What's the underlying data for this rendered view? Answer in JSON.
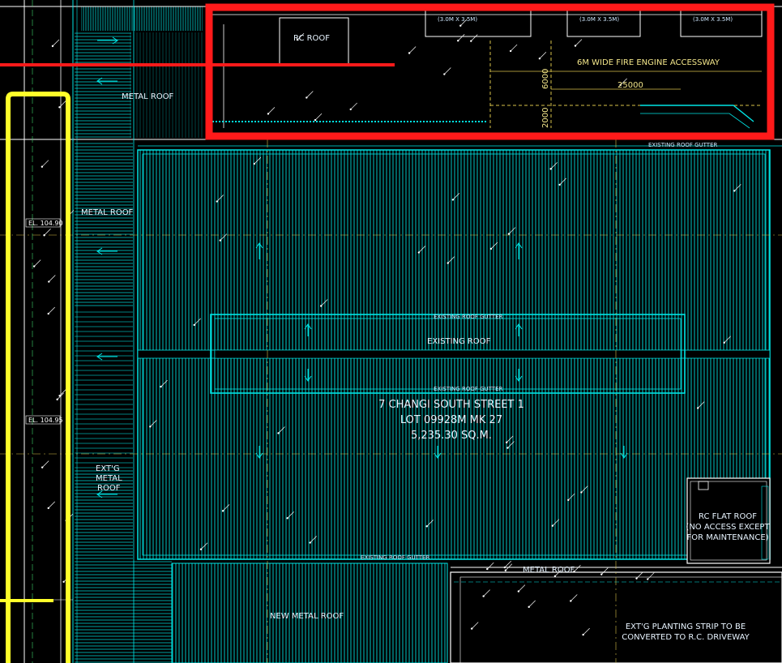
{
  "labels": {
    "rc_roof": "RC ROOF",
    "fire_engine": "6M WIDE FIRE ENGINE ACCESSWAY",
    "dim_6000": "6000",
    "dim_25000": "25000",
    "dim_2000": "2000",
    "metal_roof_1": "METAL ROOF",
    "metal_roof_2": "METAL ROOF",
    "metal_roof_3": "METAL ROOF",
    "el_1": "EL. 104.90",
    "el_2": "EL. 104.95",
    "existing_roof_gutter_top": "EXISTING ROOF GUTTER",
    "existing_roof_gutter_mid1": "EXISTING ROOF GUTTER",
    "existing_roof_gutter_mid2": "EXISTING ROOF GUTTER",
    "existing_roof_gutter_bottom": "EXISTING ROOF GUTTER",
    "existing_roof": "EXISTING ROOF",
    "address": "7 CHANGI SOUTH STREET 1",
    "lot": "LOT 09928M MK 27",
    "area": "5,235.30 SQ.M.",
    "extg_metal_roof_1": "EXT'G",
    "extg_metal_roof_2": "METAL",
    "extg_metal_roof_3": "ROOF",
    "rc_flat_roof_1": "RC FLAT ROOF",
    "rc_flat_roof_2": "(NO ACCESS EXCEPT",
    "rc_flat_roof_3": "FOR MAINTENANCE)",
    "new_metal_roof": "NEW METAL ROOF",
    "planting_1": "EXT'G PLANTING STRIP TO BE",
    "planting_2": "CONVERTED TO R.C. DRIVEWAY",
    "tiny_top1": "(3.0M X 3.5M)",
    "tiny_top2": "(3.0M X 3.5M)",
    "tiny_top3": "(3.0M X 3.5M)"
  },
  "colors": {
    "background": "#000000",
    "cad_cyan": "#00e5e5",
    "cad_white": "#ffffff",
    "cad_yellow": "#d8c24a",
    "cad_green": "#3fd46b",
    "highlight_red": "#ff1a1a",
    "highlight_yellow": "#ffff2a"
  },
  "icons": {
    "arrows": "flow-arrow-icon"
  }
}
